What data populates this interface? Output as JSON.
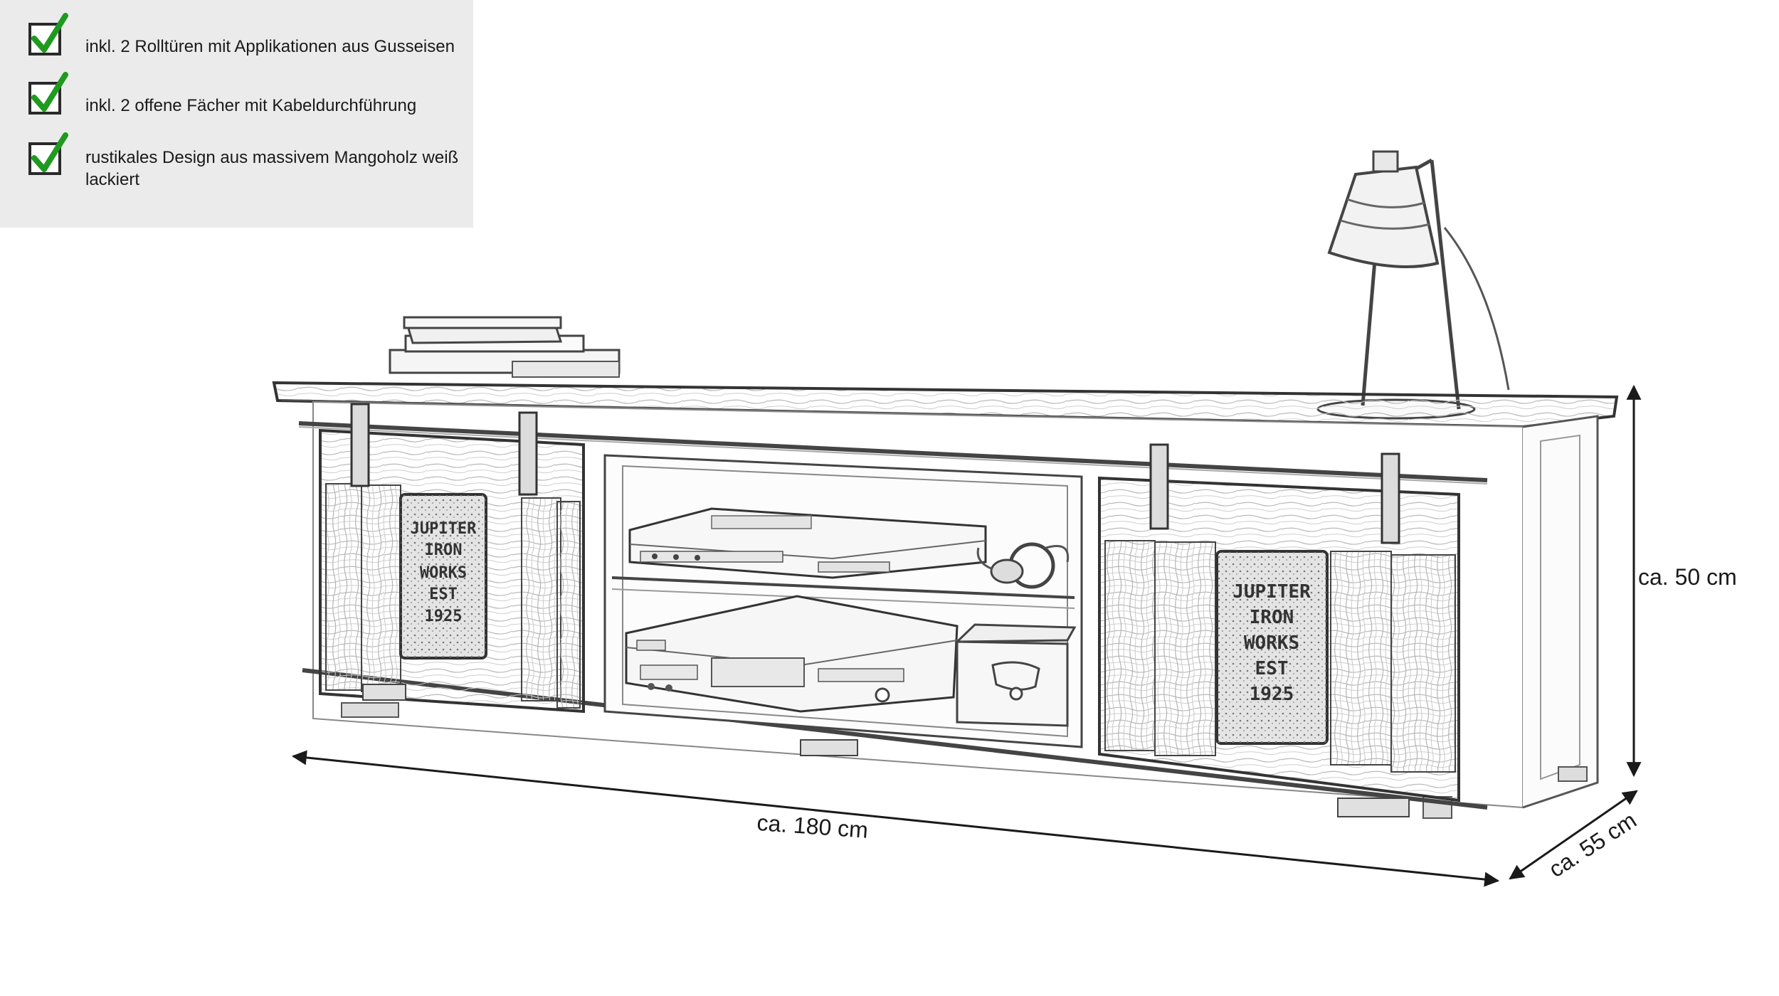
{
  "features": [
    {
      "text": "inkl. 2 Rolltüren mit Applikationen aus Gusseisen"
    },
    {
      "text": "inkl. 2 offene Fächer mit Kabeldurchführung"
    },
    {
      "text": "rustikales Design aus massivem Mangoholz weiß lackiert"
    }
  ],
  "dimensions": {
    "width": "ca. 180 cm",
    "height": "ca. 50 cm",
    "depth": "ca. 55 cm"
  },
  "door_plates": {
    "lines": [
      "JUPITER",
      "IRON",
      "WORKS",
      "EST",
      "1925"
    ]
  },
  "icons": [
    "check-icon"
  ],
  "colors": {
    "check_green": "#1f9a1f",
    "panel_bg": "#ebebeb",
    "line": "#2a2a2a"
  }
}
